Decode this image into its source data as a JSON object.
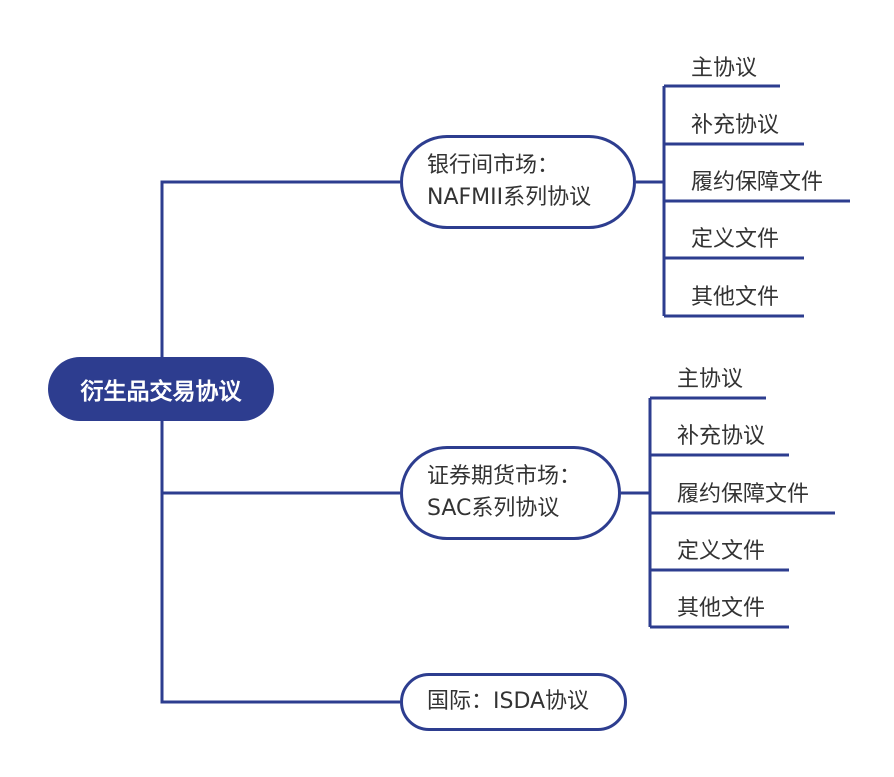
{
  "colors": {
    "line": "#2d3d8f",
    "root_fill": "#2d3d8f",
    "node_border": "#2d3d8f"
  },
  "root": {
    "label": "衍生品交易协议"
  },
  "branches": [
    {
      "line1": "银行间市场：",
      "line2": "NAFMII系列协议",
      "leaves": [
        "主协议",
        "补充协议",
        "履约保障文件",
        "定义文件",
        "其他文件"
      ]
    },
    {
      "line1": "证券期货市场：",
      "line2": "SAC系列协议",
      "leaves": [
        "主协议",
        "补充协议",
        "履约保障文件",
        "定义文件",
        "其他文件"
      ]
    },
    {
      "line1": "国际：ISDA协议"
    }
  ]
}
